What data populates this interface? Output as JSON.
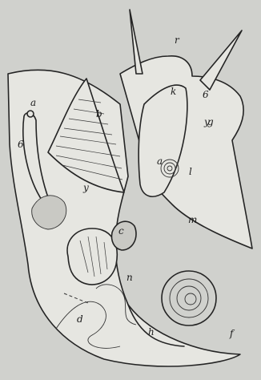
{
  "labels": {
    "a_top": "a",
    "b_left": "6",
    "b_fin": "b",
    "r": "r",
    "k": "k",
    "g": "g",
    "a_mid": "a",
    "l": "l",
    "y_left": "y",
    "y_right": "y",
    "c": "c",
    "m": "m",
    "n": "n",
    "d": "d",
    "h": "h",
    "f": "f",
    "e_right": "6"
  },
  "colors": {
    "paper": "#d0d1cd",
    "ink": "#242424",
    "organ": "#e6e6e1"
  }
}
